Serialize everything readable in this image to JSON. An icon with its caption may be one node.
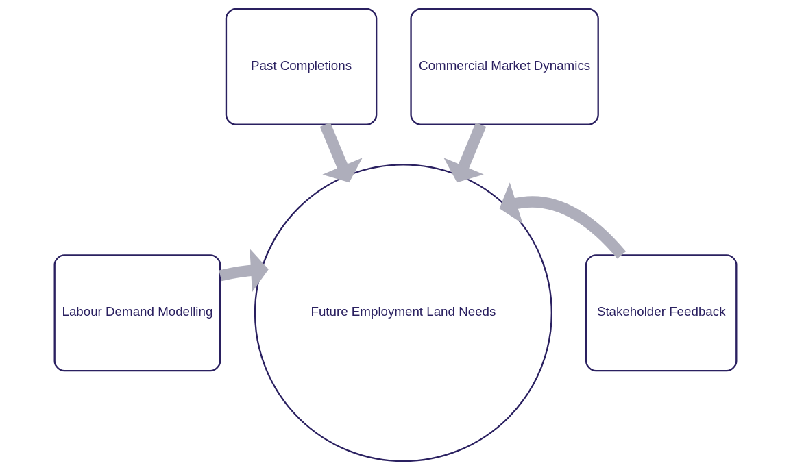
{
  "diagram": {
    "nodes": [
      {
        "text": [
          "Past Completions"
        ]
      },
      {
        "text": [
          "Commercial Market Dynamics"
        ]
      },
      {
        "text": [
          "Labour Demand Modelling"
        ]
      },
      {
        "text": [
          "Stakeholder Feedback"
        ]
      },
      {
        "text": [
          "Future Employment Land Needs"
        ]
      }
    ],
    "edges": [
      {
        "from": 0,
        "to": 4,
        "arrow": "to"
      },
      {
        "from": 1,
        "to": 4,
        "arrow": "to"
      },
      {
        "from": 2,
        "to": 4,
        "arrow": "to"
      },
      {
        "from": 3,
        "to": 4,
        "arrow": "to"
      }
    ]
  }
}
